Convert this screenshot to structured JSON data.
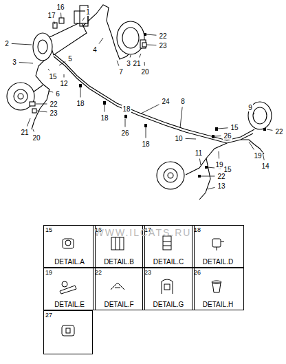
{
  "diagram": {
    "nodes": [
      {
        "text": [
          "15",
          "DETAIL.A"
        ]
      },
      {
        "text": [
          "16",
          "DETAIL.B"
        ]
      },
      {
        "text": [
          "17",
          "DETAIL.C"
        ]
      },
      {
        "text": [
          "18",
          "DETAIL.D"
        ]
      },
      {
        "text": [
          "19",
          "DETAIL.E"
        ]
      },
      {
        "text": [
          "22",
          "DETAIL.F"
        ]
      },
      {
        "text": [
          "23",
          "DETAIL.G"
        ]
      },
      {
        "text": [
          "26",
          "DETAIL.H"
        ]
      },
      {
        "text": [
          "27"
        ]
      }
    ],
    "labels": [
      "17",
      "16",
      "1",
      "2",
      "3",
      "5",
      "4",
      "3",
      "7",
      "22",
      "23",
      "21",
      "20",
      "15",
      "12",
      "6",
      "22",
      "23",
      "21",
      "20",
      "18",
      "24",
      "18",
      "18",
      "26",
      "18",
      "8",
      "15",
      "26",
      "9",
      "22",
      "10",
      "11",
      "19",
      "19",
      "14",
      "15",
      "22",
      "13",
      "WWW.ILCATS.RU"
    ]
  }
}
